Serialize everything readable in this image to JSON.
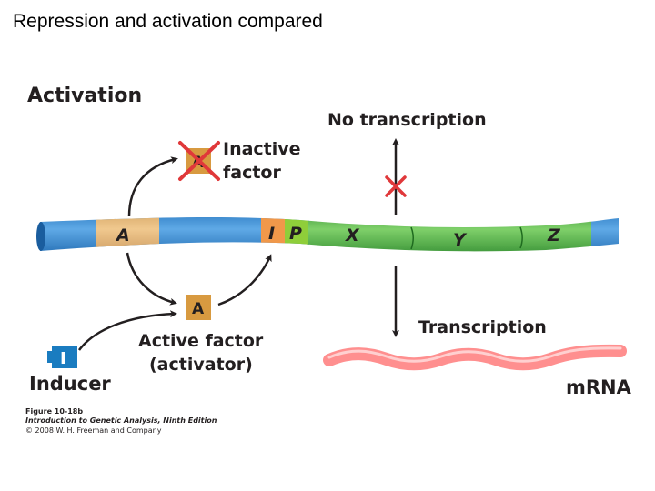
{
  "slide_title": "Repression and activation compared",
  "panel_title": "Activation",
  "labels": {
    "inactive_factor_line1": "Inactive",
    "inactive_factor_line2": "factor",
    "no_transcription": "No transcription",
    "transcription": "Transcription",
    "active_factor_line1": "Active factor",
    "active_factor_line2": "(activator)",
    "inducer": "Inducer",
    "mrna": "mRNA"
  },
  "dna_segments": {
    "a": "A",
    "i": "I",
    "p": "P",
    "x": "X",
    "y": "Y",
    "z": "Z"
  },
  "factor_labels": {
    "inactive_box": "A",
    "active_box": "A",
    "inducer_symbol": "I"
  },
  "figure_caption": {
    "line1": "Figure 10-18b",
    "line2": "Introduction to Genetic Analysis, Ninth Edition",
    "line3": "© 2008 W. H. Freeman and Company"
  },
  "colors": {
    "dna_blue": "#2b7fc8",
    "dna_green": "#3ea23a",
    "region_tan": "#e0b070",
    "factor_box": "#d89a40",
    "operator_orange": "#f0984a",
    "promoter_green": "#8fce3a",
    "cross_red": "#e0383a",
    "mrna_pink": "#ff8f8f",
    "inducer_blue": "#1a7cc0"
  }
}
